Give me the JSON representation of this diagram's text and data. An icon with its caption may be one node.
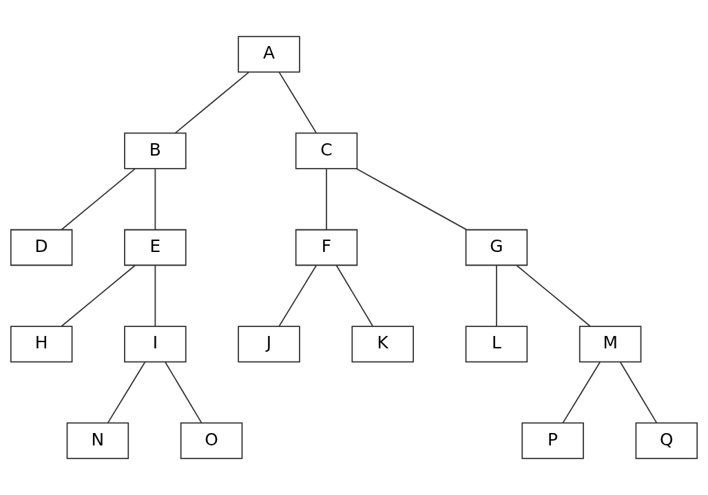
{
  "diagram": {
    "nodes": [
      {
        "text": [
          "A"
        ]
      },
      {
        "text": [
          "B"
        ]
      },
      {
        "text": [
          "C"
        ]
      },
      {
        "text": [
          "D"
        ]
      },
      {
        "text": [
          "E"
        ]
      },
      {
        "text": [
          "F"
        ]
      },
      {
        "text": [
          "G"
        ]
      },
      {
        "text": [
          "H"
        ]
      },
      {
        "text": [
          "I"
        ]
      },
      {
        "text": [
          "J"
        ]
      },
      {
        "text": [
          "K"
        ]
      },
      {
        "text": [
          "L"
        ]
      },
      {
        "text": [
          "M"
        ]
      },
      {
        "text": [
          "N"
        ]
      },
      {
        "text": [
          "O"
        ]
      },
      {
        "text": [
          "P"
        ]
      },
      {
        "text": [
          "Q"
        ]
      }
    ],
    "edges": [
      {
        "from": 0,
        "to": 1,
        "arrow": "none"
      },
      {
        "from": 0,
        "to": 2,
        "arrow": "none"
      },
      {
        "from": 1,
        "to": 3,
        "arrow": "none"
      },
      {
        "from": 1,
        "to": 4,
        "arrow": "none"
      },
      {
        "from": 2,
        "to": 5,
        "arrow": "none"
      },
      {
        "from": 2,
        "to": 6,
        "arrow": "none"
      },
      {
        "from": 4,
        "to": 7,
        "arrow": "none"
      },
      {
        "from": 4,
        "to": 8,
        "arrow": "none"
      },
      {
        "from": 5,
        "to": 9,
        "arrow": "none"
      },
      {
        "from": 5,
        "to": 10,
        "arrow": "none"
      },
      {
        "from": 6,
        "to": 11,
        "arrow": "none"
      },
      {
        "from": 6,
        "to": 12,
        "arrow": "none"
      },
      {
        "from": 8,
        "to": 13,
        "arrow": "none"
      },
      {
        "from": 8,
        "to": 14,
        "arrow": "none"
      },
      {
        "from": 12,
        "to": 15,
        "arrow": "none"
      },
      {
        "from": 12,
        "to": 16,
        "arrow": "none"
      }
    ]
  }
}
